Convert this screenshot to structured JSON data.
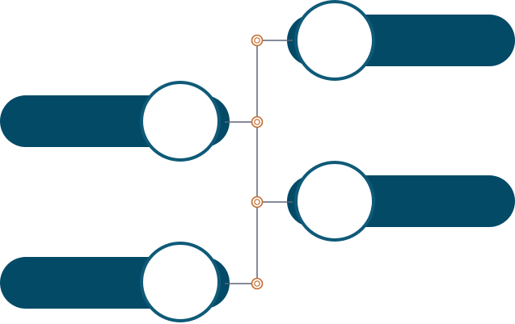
{
  "diagram": {
    "colors": {
      "pill": "#034a67",
      "circle_border": "#0f5a78",
      "circle_fill": "#ffffff",
      "connector_line": "#5d6478",
      "node_ring": "#c46a2c",
      "node_fill": "#ffffff"
    },
    "items": [
      {
        "side": "right",
        "order": 1,
        "label": ""
      },
      {
        "side": "left",
        "order": 2,
        "label": ""
      },
      {
        "side": "right",
        "order": 3,
        "label": ""
      },
      {
        "side": "left",
        "order": 4,
        "label": ""
      }
    ]
  }
}
